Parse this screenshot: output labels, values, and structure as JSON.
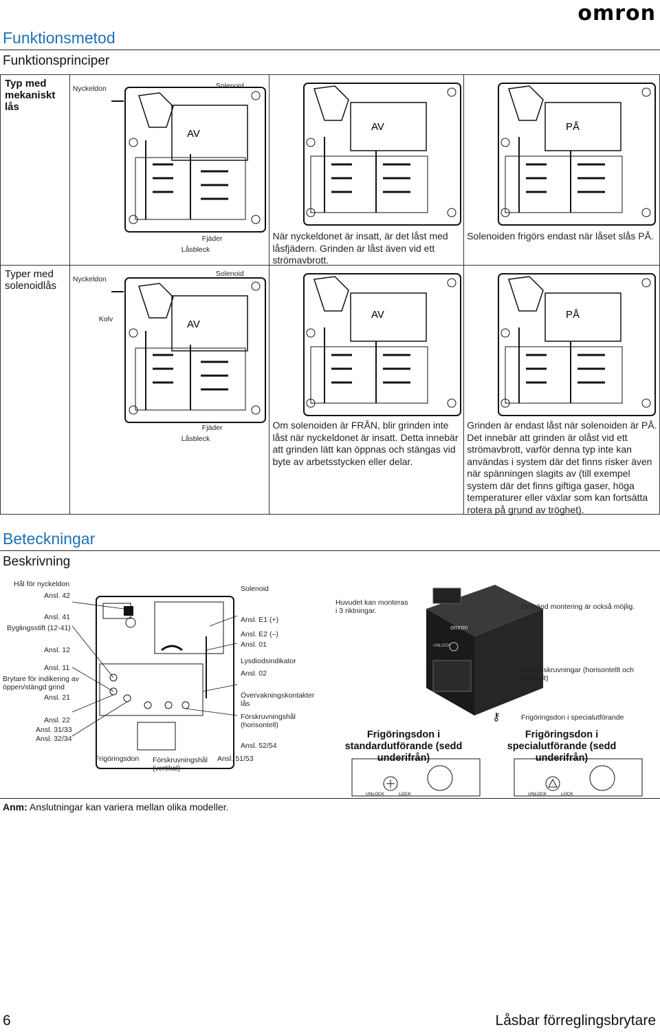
{
  "brand": "omron",
  "section_title": "Funktionsmetod",
  "subsection_title": "Funktionsprinciper",
  "table": {
    "row1": {
      "header": "Typ med mekaniskt lås",
      "label_key": "Nyckeldon",
      "label_solenoid": "Solenoid",
      "label_spring": "Fjäder",
      "label_lock": "Låsbleck",
      "state1": "AV",
      "state2": "AV",
      "state3": "PÅ",
      "desc2": "När nyckeldonet är insatt, är det låst med låsfjädern. Grinden är låst även vid ett strömavbrott.",
      "desc3": "Solenoiden frigörs endast när låset slås PÅ."
    },
    "row2": {
      "header": "Typer med solenoidlås",
      "label_key": "Nyckeldon",
      "label_solenoid": "Solenoid",
      "label_piston": "Kolv",
      "label_spring": "Fjäder",
      "label_lock": "Låsbleck",
      "state1": "AV",
      "state2": "AV",
      "state3": "PÅ",
      "desc2": "Om solenoiden är FRÅN, blir grinden inte låst när nyckeldonet är insatt. Detta innebär att grinden lätt kan öppnas och stängas vid byte av arbetsstycken eller delar.",
      "desc3": "Grinden är endast låst när solenoiden är PÅ. Det innebär att grinden är olåst vid ett strömavbrott, varför denna typ inte kan användas i system där det finns risker även när spänningen slagits av (till exempel system där det finns giftiga gaser, höga temperaturer eller växlar som kan fortsätta rotera på grund av tröghet)."
    }
  },
  "section2_title": "Beteckningar",
  "section2_sub": "Beskrivning",
  "diagram_labels_left": [
    "Hål för nyckeldon",
    "Ansl. 42",
    "Ansl. 41",
    "Byglingsstift (12-41)",
    "Ansl. 12",
    "Ansl. 11",
    "Brytare för indikering av",
    "öppen/stängd grind",
    "Ansl. 21",
    "Ansl. 22",
    "Ansl. 31/33",
    "Ansl. 32/34"
  ],
  "diagram_labels_bottom": [
    "Frigöringsdon",
    "Förskruvningshål",
    "(vertikal)",
    "Ansl. 51/53"
  ],
  "diagram_labels_right": [
    "Solenoid",
    "Ansl. E1 (+)",
    "Ansl. E2 (–)",
    "Ansl. 01",
    "Lysdiodsindikator",
    "Ansl. 02",
    "Övervakningskontakter",
    "lås",
    "Förskruvningshål",
    "(horisontell)",
    "Ansl. 52/54"
  ],
  "product_labels": {
    "mount": "Huvudet kan monteras i 3 riktningar.",
    "reverse": "Omvänd montering är också möjlig.",
    "two_screw": "Två förskruvningar (horisontellt och vertikalt)",
    "special": "Frigöringsdon i specialutförande",
    "std_caption": "Frigöringsdon i standardutförande (sedd underifrån)",
    "spec_caption": "Frigöringsdon i specialutförande (sedd underifrån)",
    "unlock": "UNLOCK",
    "lock": "LOCK",
    "device_brand": "omron",
    "device_unlock": "UNLOCK"
  },
  "note_bold": "Anm:",
  "note_text": " Anslutningar kan variera mellan olika modeller.",
  "footer_page": "6",
  "footer_title": "Låsbar förreglingsbrytare"
}
